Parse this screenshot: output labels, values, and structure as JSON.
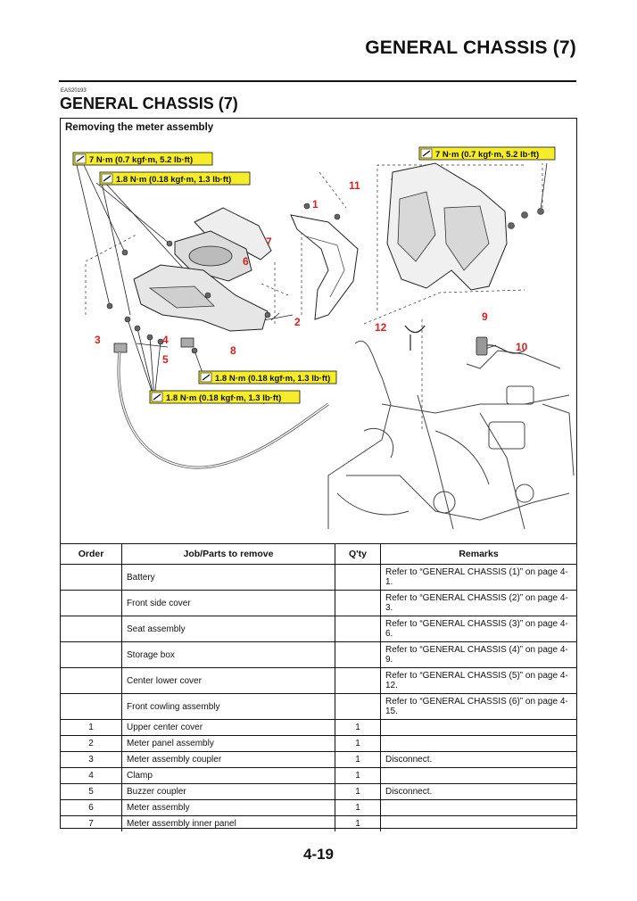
{
  "header": {
    "title": "GENERAL CHASSIS (7)"
  },
  "section": {
    "code": "EAS20193",
    "title": "GENERAL CHASSIS (7)"
  },
  "figure": {
    "caption": "Removing the meter assembly",
    "torque_labels": [
      "7 N·m (0.7 kgf·m, 5.2 lb·ft)",
      "1.8 N·m (0.18 kgf·m, 1.3 lb·ft)",
      "7 N·m (0.7 kgf·m, 5.2 lb·ft)",
      "1.8 N·m (0.18 kgf·m, 1.3 lb·ft)",
      "1.8 N·m (0.18 kgf·m, 1.3 lb·ft)"
    ],
    "callouts": [
      "1",
      "2",
      "3",
      "4",
      "5",
      "6",
      "7",
      "8",
      "9",
      "10",
      "11",
      "12"
    ],
    "colors": {
      "callout": "#d42020",
      "torque_box": "#f5ec2a"
    }
  },
  "table": {
    "headers": {
      "order": "Order",
      "job": "Job/Parts to remove",
      "qty": "Q'ty",
      "remarks": "Remarks"
    },
    "rows": [
      {
        "order": "",
        "job": "Battery",
        "qty": "",
        "remarks": "Refer to “GENERAL CHASSIS (1)” on page 4-1."
      },
      {
        "order": "",
        "job": "Front side cover",
        "qty": "",
        "remarks": "Refer to “GENERAL CHASSIS (2)” on page 4-3."
      },
      {
        "order": "",
        "job": "Seat assembly",
        "qty": "",
        "remarks": "Refer to “GENERAL CHASSIS (3)” on page 4-6."
      },
      {
        "order": "",
        "job": "Storage box",
        "qty": "",
        "remarks": "Refer to “GENERAL CHASSIS (4)” on page 4-9."
      },
      {
        "order": "",
        "job": "Center lower cover",
        "qty": "",
        "remarks": "Refer to “GENERAL CHASSIS (5)” on page 4-12."
      },
      {
        "order": "",
        "job": "Front cowling assembly",
        "qty": "",
        "remarks": "Refer to “GENERAL CHASSIS (6)” on page 4-15."
      },
      {
        "order": "1",
        "job": "Upper center cover",
        "qty": "1",
        "remarks": ""
      },
      {
        "order": "2",
        "job": "Meter panel assembly",
        "qty": "1",
        "remarks": ""
      },
      {
        "order": "3",
        "job": "Meter assembly coupler",
        "qty": "1",
        "remarks": "Disconnect."
      },
      {
        "order": "4",
        "job": "Clamp",
        "qty": "1",
        "remarks": ""
      },
      {
        "order": "5",
        "job": "Buzzer coupler",
        "qty": "1",
        "remarks": "Disconnect."
      },
      {
        "order": "6",
        "job": "Meter assembly",
        "qty": "1",
        "remarks": ""
      },
      {
        "order": "7",
        "job": "Meter assembly inner panel",
        "qty": "1",
        "remarks": ""
      }
    ]
  },
  "page_number": "4-19"
}
